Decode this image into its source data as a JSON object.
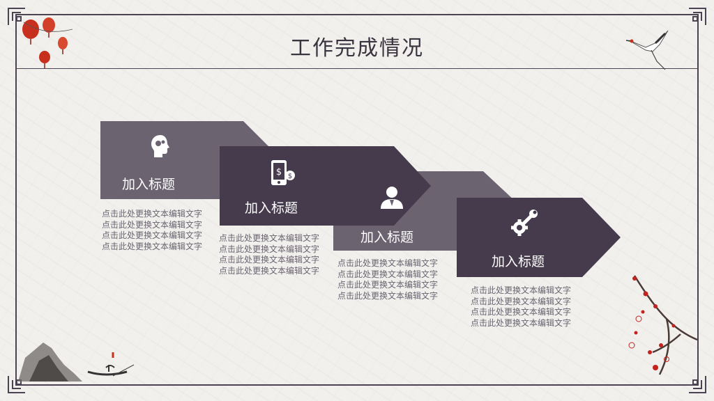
{
  "title": "工作完成情况",
  "colors": {
    "dark_shape": "#453b4c",
    "light_shape": "#6b6370",
    "frame": "#4b4352",
    "text_gray": "#6a6470"
  },
  "steps": [
    {
      "label": "加入标题",
      "icon": "head-gears-icon",
      "desc": [
        "点击此处更换文本编辑文字",
        "点击此处更换文本编辑文字",
        "点击此处更换文本编辑文字",
        "点击此处更换文本编辑文字"
      ]
    },
    {
      "label": "加入标题",
      "icon": "mobile-money-icon",
      "desc": [
        "点击此处更换文本编辑文字",
        "点击此处更换文本编辑文字",
        "点击此处更换文本编辑文字",
        "点击此处更换文本编辑文字"
      ]
    },
    {
      "label": "加入标题",
      "icon": "user-icon",
      "desc": [
        "点击此处更换文本编辑文字",
        "点击此处更换文本编辑文字",
        "点击此处更换文本编辑文字",
        "点击此处更换文本编辑文字"
      ]
    },
    {
      "label": "加入标题",
      "icon": "gear-wrench-icon",
      "desc": [
        "点击此处更换文本编辑文字",
        "点击此处更换文本编辑文字",
        "点击此处更换文本编辑文字",
        "点击此处更换文本编辑文字"
      ]
    }
  ],
  "decorations": [
    "lantern-icon",
    "crane-icon",
    "plum-blossom-icon",
    "mountain-boat-icon"
  ]
}
